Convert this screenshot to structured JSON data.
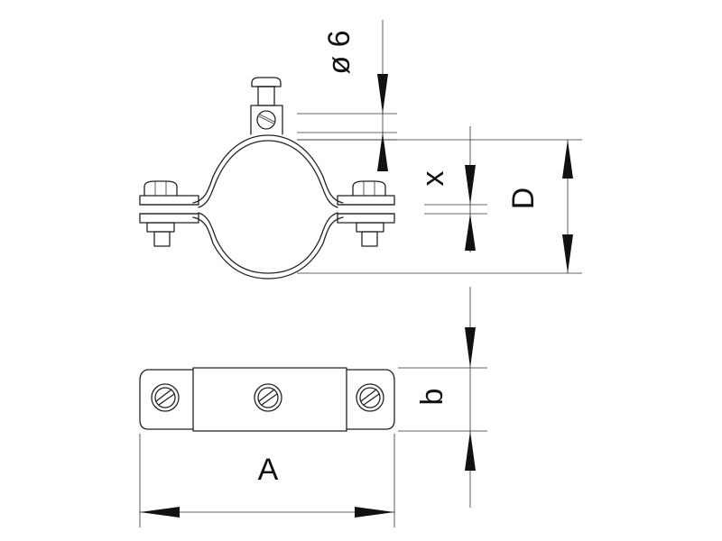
{
  "dimensions": {
    "diameter_label": "ø 6",
    "x_label": "x",
    "d_label": "D",
    "b_label": "b",
    "a_label": "A"
  }
}
